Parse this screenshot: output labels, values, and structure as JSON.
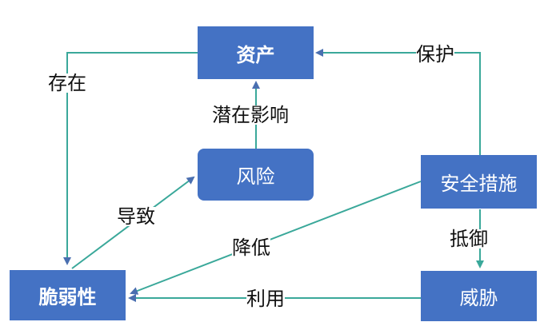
{
  "colors": {
    "node_fill": "#4472c4",
    "edge_teal": "#3aa89a",
    "edge_blue": "#4a6fb0",
    "text": "#111111"
  },
  "nodes": {
    "asset": "资产",
    "risk": "风险",
    "vulnerability": "脆弱性",
    "security_measures": "安全措施",
    "threat": "威胁"
  },
  "edges": {
    "exists": "存在",
    "potential_impact": "潜在影响",
    "protect": "保护",
    "cause": "导致",
    "reduce": "降低",
    "resist": "抵御",
    "exploit": "利用"
  }
}
